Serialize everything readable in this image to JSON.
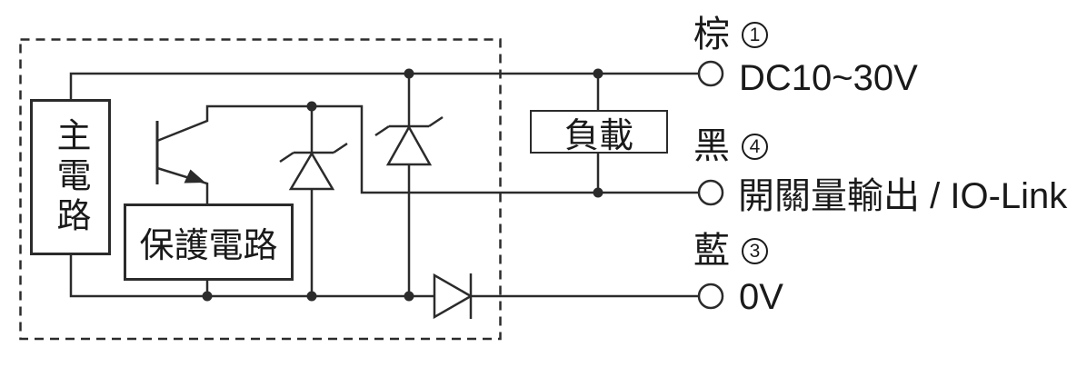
{
  "diagram": {
    "blocks": {
      "main_circuit": {
        "label": "主電路"
      },
      "protection_circuit": {
        "label": "保護電路"
      },
      "load": {
        "label": "負載"
      }
    },
    "terminals": [
      {
        "wire_color": "棕",
        "pin": "1",
        "signal": "DC10~30V"
      },
      {
        "wire_color": "黑",
        "pin": "4",
        "signal": "開關量輸出 / IO-Link"
      },
      {
        "wire_color": "藍",
        "pin": "3",
        "signal": "0V"
      }
    ],
    "colors": {
      "line": "#2b2b2b",
      "text": "#1a1a1a",
      "background": "#ffffff"
    }
  }
}
